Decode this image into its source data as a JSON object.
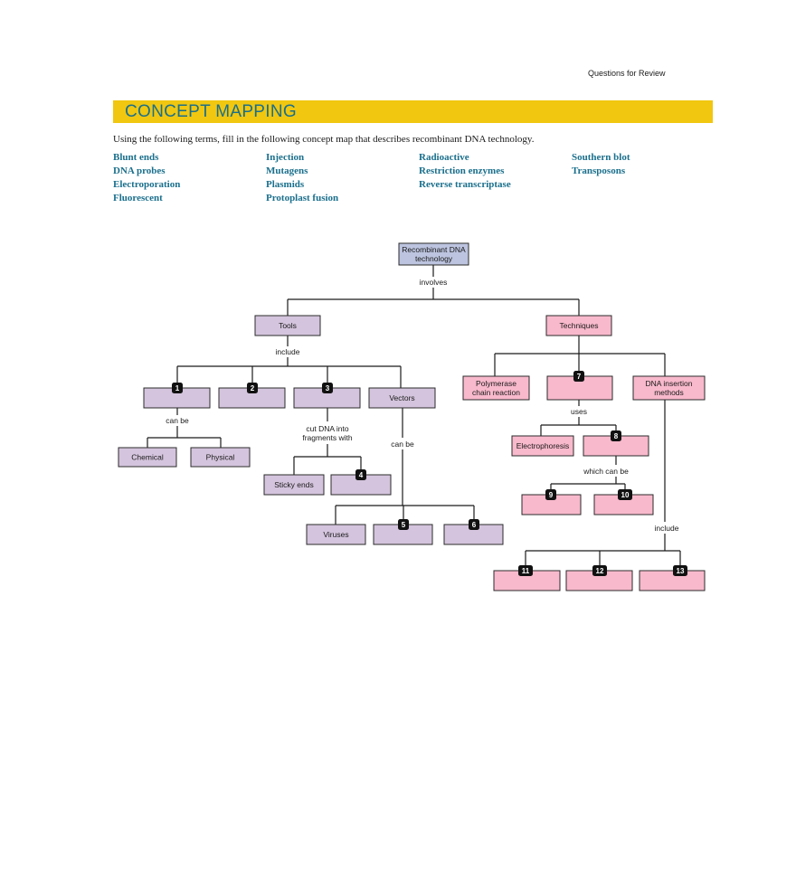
{
  "header": {
    "running_head": "Questions for Review"
  },
  "section": {
    "title": "CONCEPT MAPPING",
    "instructions": "Using the following terms, fill in the following concept map that describes recombinant DNA technology."
  },
  "terms": {
    "col1": [
      "Blunt ends",
      "DNA probes",
      "Electroporation",
      "Fluorescent"
    ],
    "col2": [
      "Injection",
      "Mutagens",
      "Plasmids",
      "Protoplast fusion"
    ],
    "col3": [
      "Radioactive",
      "Restriction enzymes",
      "Reverse transcriptase"
    ],
    "col4": [
      "Southern blot",
      "Transposons"
    ]
  },
  "map": {
    "root": [
      "Recombinant DNA",
      "technology"
    ],
    "tools": "Tools",
    "techniques": "Techniques",
    "vectors": "Vectors",
    "chemical": "Chemical",
    "physical": "Physical",
    "sticky_ends": "Sticky ends",
    "viruses": "Viruses",
    "pcr": [
      "Polymerase",
      "chain reaction"
    ],
    "dna_insertion": [
      "DNA insertion",
      "methods"
    ],
    "electrophoresis": "Electrophoresis",
    "links": {
      "involves": "involves",
      "include": "include",
      "can_be_1": "can be",
      "cut_dna": [
        "cut DNA into",
        "fragments with"
      ],
      "can_be_2": "can be",
      "uses": "uses",
      "which_can_be": "which can be",
      "include_2": "include"
    },
    "badges": [
      "1",
      "2",
      "3",
      "4",
      "5",
      "6",
      "7",
      "8",
      "9",
      "10",
      "11",
      "12",
      "13"
    ]
  }
}
